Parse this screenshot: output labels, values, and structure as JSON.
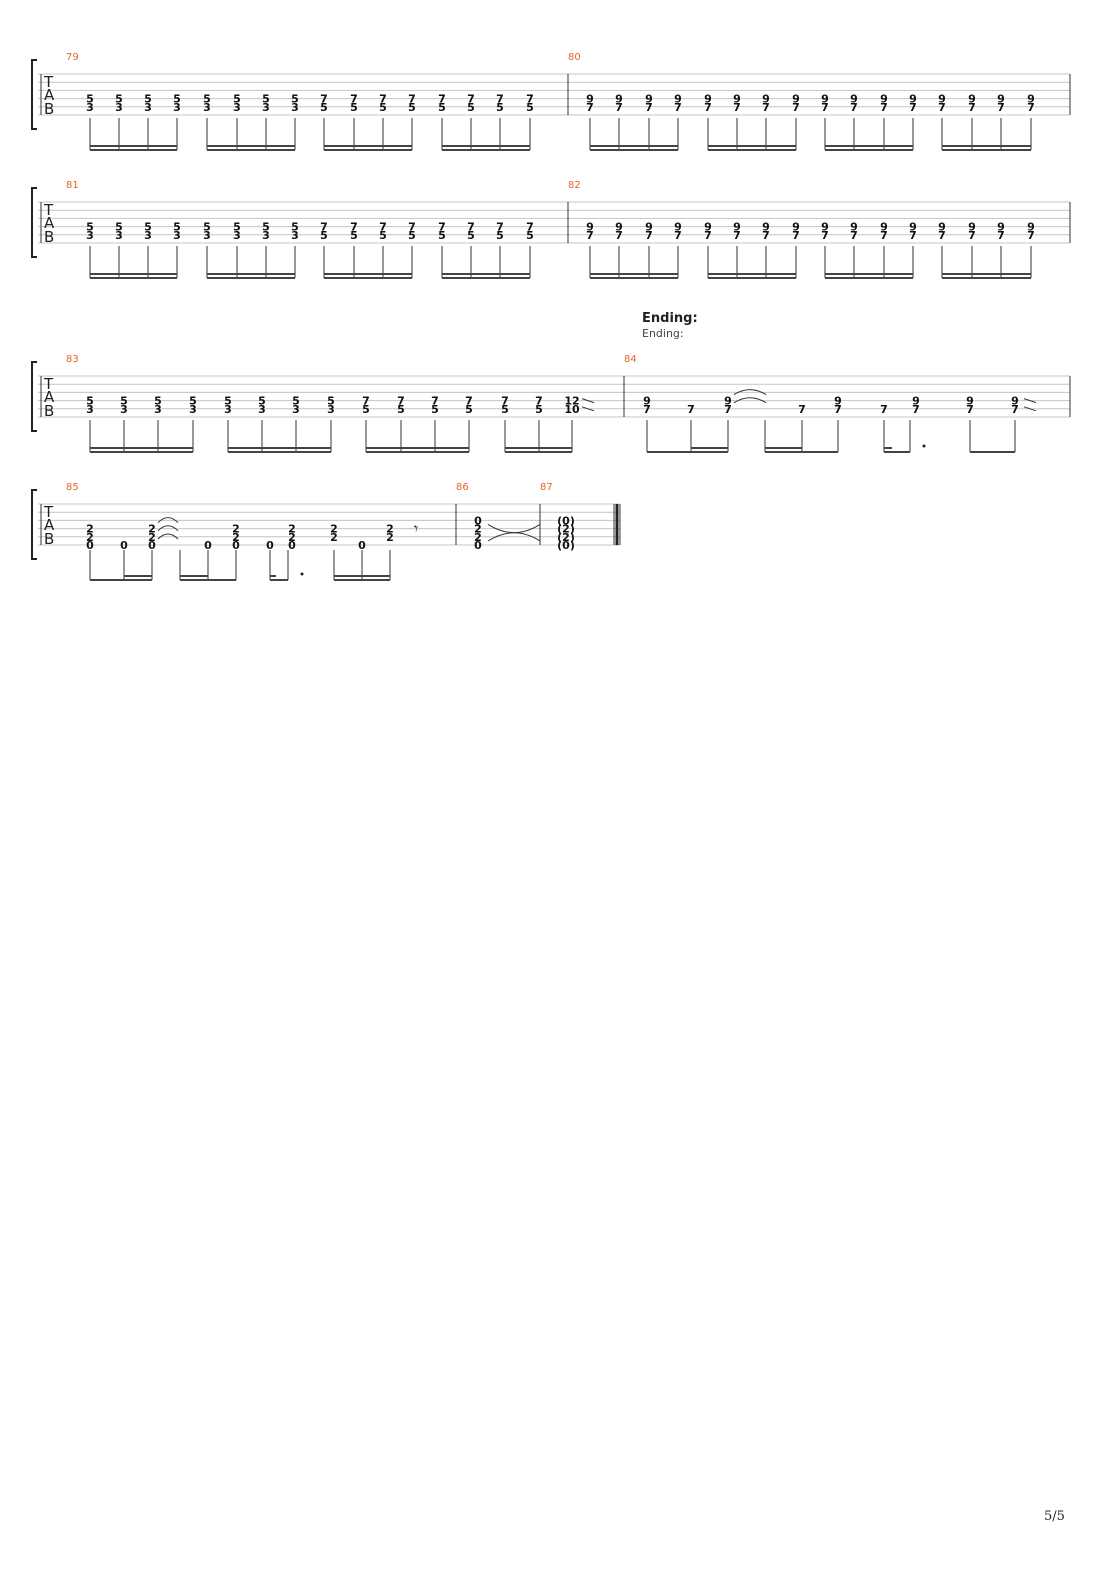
{
  "tab_label": [
    "T",
    "A",
    "B"
  ],
  "page_number": "5/5",
  "section": {
    "title": "Ending:",
    "subtitle": "Ending:"
  },
  "measure_numbers": [
    "79",
    "80",
    "81",
    "82",
    "83",
    "84",
    "85",
    "86",
    "87"
  ],
  "patterns": {
    "m79_81": "16 sixteenth-note dyads: 5/3 ×8, then 7/5 ×8",
    "m80_82": "16 sixteenth-note dyads: 9/7 ×16",
    "m83": "5/3 ×8, 7/5 ×6, then slide 12/10",
    "m84": "9/7 and 7 with tie, ending 9/7 slide",
    "m85": "2/2/0 and 0 with tie, rest at end",
    "m86": "chord 0-2-2-0 tied",
    "m87": "chord (0)-(2)-(2)-(0)"
  },
  "fret_labels": {
    "m84_low": "7",
    "m85_open": "0",
    "m85_two": "2",
    "m83_slide_top": "12",
    "m83_slide_bot": "10",
    "m86": [
      "0",
      "2",
      "2",
      "0"
    ],
    "m87": [
      "(0)",
      "(2)",
      "(2)",
      "(0)"
    ]
  },
  "colors": {
    "measure_number": "#e8632b",
    "staff": "#c4c4c4",
    "note": "#111111"
  }
}
